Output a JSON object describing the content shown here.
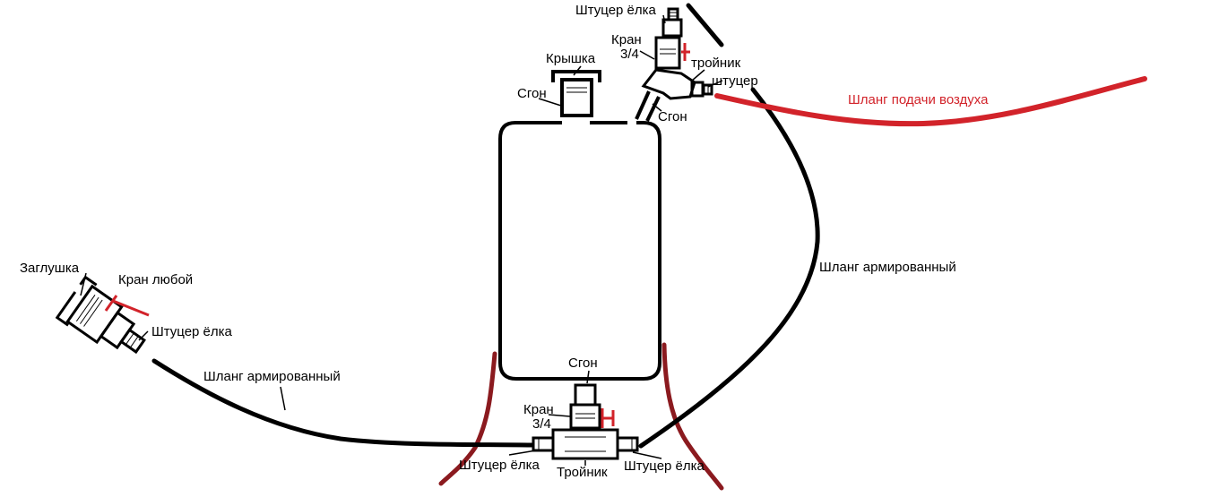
{
  "colors": {
    "line": "#000000",
    "air_hose": "#d2232a",
    "valve_handle": "#d2232a",
    "legs": "#8b1a1f",
    "background": "#ffffff"
  },
  "labels": {
    "lid": "Крышка",
    "nipple_top_left": "Сгон",
    "nipple_top_right": "Сгон",
    "nipple_bottom": "Сгон",
    "fitting_top": "Штуцер ёлка",
    "valve_top": "Кран\n3/4",
    "tee_top": "тройник",
    "fitting_top_right": "штуцер",
    "air_hose": "Шланг подачи воздуха",
    "hose_right": "Шланг армированный",
    "hose_left": "Шланг армированный",
    "plug": "Заглушка",
    "valve_any": "Кран любой",
    "fitting_left": "Штуцер ёлка",
    "valve_bottom": "Кран\n3/4",
    "fitting_bottom_left": "Штуцер ёлка",
    "tee_bottom": "Тройник",
    "fitting_bottom_right": "Штуцер ёлка"
  }
}
